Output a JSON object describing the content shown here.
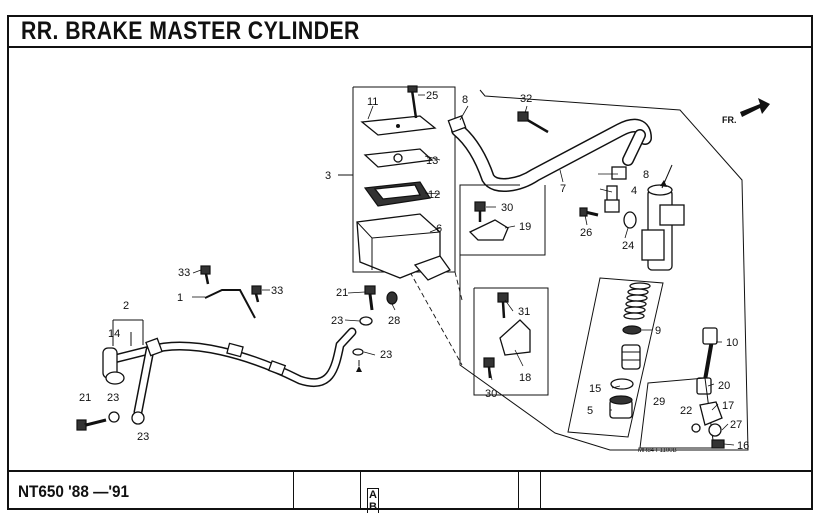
{
  "title": "RR. BRAKE MASTER CYLINDER",
  "footer": {
    "model": "NT650 '88 —'91",
    "tab": "A",
    "tab2": "B"
  },
  "ref_code": "MR84-F1100B",
  "direction_label": "FR.",
  "callouts": {
    "c1": "1",
    "c2": "2",
    "c3": "3",
    "c4": "4",
    "c5": "5",
    "c6": "6",
    "c7": "7",
    "c8a": "8",
    "c8b": "8",
    "c9": "9",
    "c10": "10",
    "c11": "11",
    "c12": "12",
    "c13": "13",
    "c14": "14",
    "c15": "15",
    "c16": "16",
    "c17": "17",
    "c18": "18",
    "c19": "19",
    "c20": "20",
    "c21a": "21",
    "c21b": "21",
    "c22": "22",
    "c23a": "23",
    "c23b": "23",
    "c23c": "23",
    "c23d": "23",
    "c24": "24",
    "c25": "25",
    "c26": "26",
    "c27": "27",
    "c28": "28",
    "c29": "29",
    "c30a": "30",
    "c30b": "30",
    "c31": "31",
    "c32": "32",
    "c33a": "33",
    "c33b": "33"
  }
}
